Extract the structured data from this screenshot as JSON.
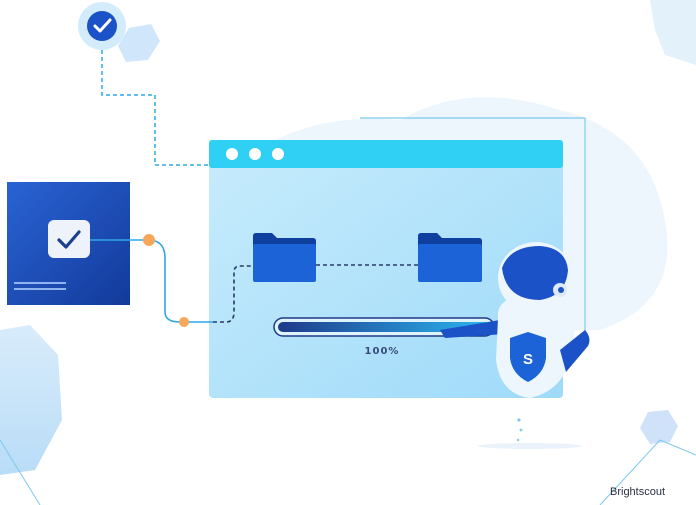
{
  "progress": {
    "label": "100%",
    "value": 1.0
  },
  "brand": {
    "name": "Brightscout"
  },
  "colors": {
    "browser_bar": "#2fd0f4",
    "browser_body": "#a9e0fb",
    "task_card": "#1d4fbf",
    "folder": "#1b63d6",
    "connector_dot": "#f6a85a",
    "robot_shield": "#1b63d6"
  },
  "icons": {
    "badge": "check-circle-icon",
    "card": "checkbox-icon",
    "folders": [
      "folder-icon",
      "folder-icon"
    ],
    "robot": "robot-icon",
    "robot_badge_letter": "S"
  }
}
